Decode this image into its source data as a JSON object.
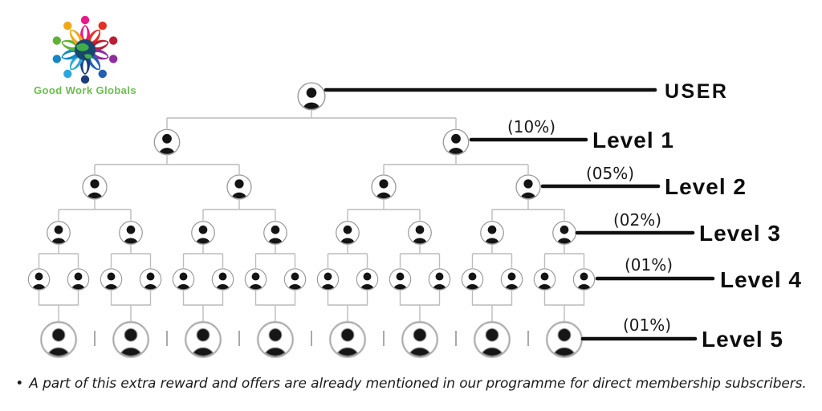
{
  "brand": {
    "name": "Good Work Globals"
  },
  "diagram": {
    "root_label": "USER",
    "levels": [
      {
        "label": "Level 1",
        "percent": "(10%)",
        "nodes": 2
      },
      {
        "label": "Level 2",
        "percent": "(05%)",
        "nodes": 4
      },
      {
        "label": "Level 3",
        "percent": "(02%)",
        "nodes": 8
      },
      {
        "label": "Level 4",
        "percent": "(01%)",
        "nodes": 16
      },
      {
        "label": "Level 5",
        "percent": "(01%)",
        "nodes": 8
      }
    ]
  },
  "footnote": {
    "bullet": "•",
    "text": "A part of this extra reward and offers are already mentioned in our programme for direct membership subscribers."
  },
  "colors": {
    "callout_line": "#101010",
    "connector": "#bcbcbc",
    "brand_green": "#6abf4b"
  }
}
